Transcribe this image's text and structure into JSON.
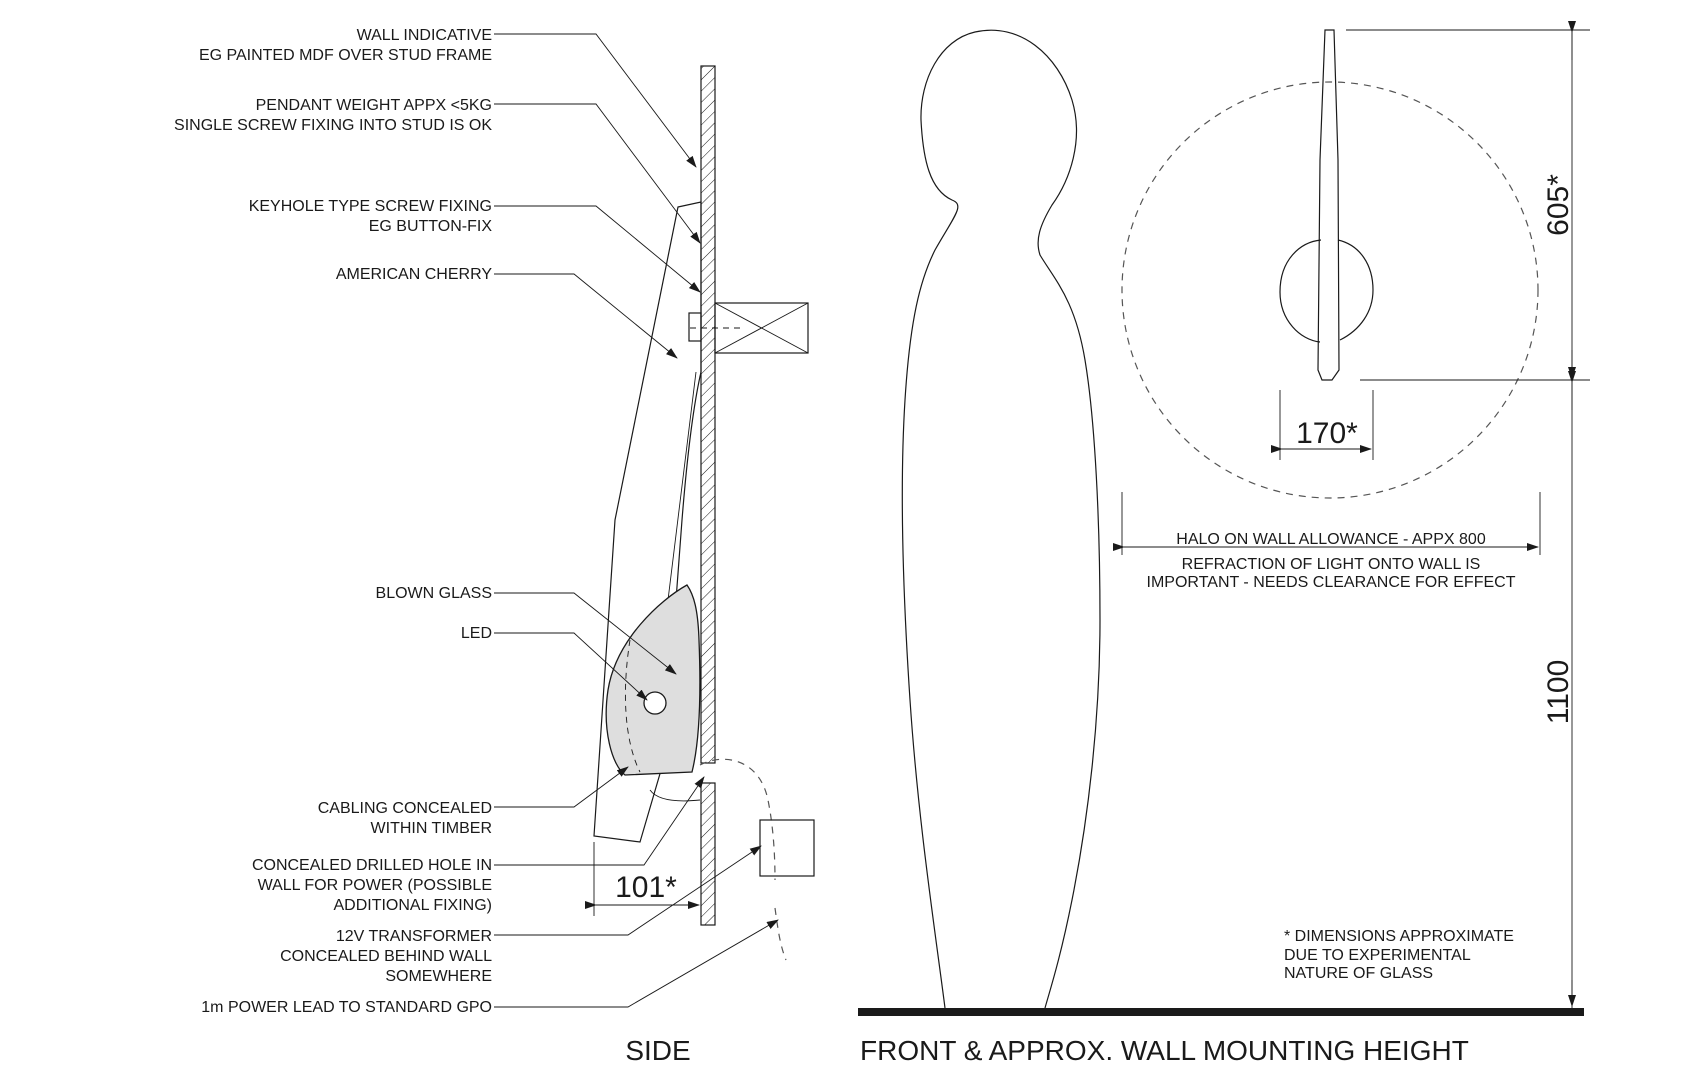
{
  "side_labels": {
    "wall_1": "WALL INDICATIVE",
    "wall_2": "EG PAINTED MDF OVER STUD FRAME",
    "weight_1": "PENDANT WEIGHT APPX <5KG",
    "weight_2": "SINGLE SCREW FIXING INTO STUD IS OK",
    "keyhole_1": "KEYHOLE TYPE SCREW FIXING",
    "keyhole_2": "EG BUTTON-FIX",
    "cherry": "AMERICAN CHERRY",
    "glass": "BLOWN GLASS",
    "led": "LED",
    "cabling_1": "CABLING CONCEALED",
    "cabling_2": "WITHIN TIMBER",
    "hole_1": "CONCEALED DRILLED HOLE IN",
    "hole_2": "WALL FOR POWER (POSSIBLE",
    "hole_3": "ADDITIONAL FIXING)",
    "transformer_1": "12V TRANSFORMER",
    "transformer_2": "CONCEALED BEHIND WALL",
    "transformer_3": "SOMEWHERE",
    "lead": "1m POWER LEAD TO STANDARD GPO"
  },
  "dimensions": {
    "depth": "101*",
    "height_fixture": "605*",
    "width_fixture": "170*",
    "mount_height": "1100"
  },
  "front_notes": {
    "halo": "HALO ON WALL ALLOWANCE - APPX 800",
    "refraction_1": "REFRACTION OF LIGHT ONTO WALL IS",
    "refraction_2": "IMPORTANT - NEEDS CLEARANCE FOR EFFECT",
    "approx_1": "* DIMENSIONS APPROXIMATE",
    "approx_2": "DUE TO EXPERIMENTAL",
    "approx_3": "NATURE OF GLASS"
  },
  "titles": {
    "side": "SIDE",
    "front": "FRONT & APPROX. WALL MOUNTING HEIGHT"
  },
  "colors": {
    "line": "#1a1a1a",
    "glass_fill": "#dedede",
    "halo_dash": "#555555"
  }
}
